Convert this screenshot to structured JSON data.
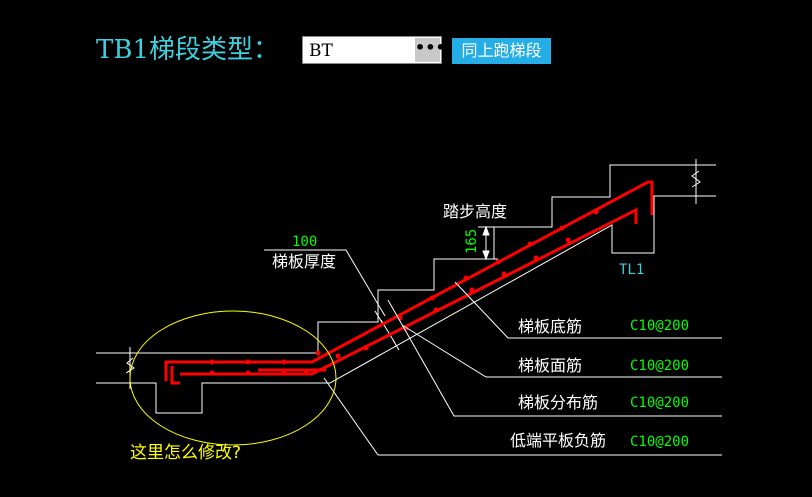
{
  "header": {
    "title": "TB1梯段类型：",
    "type_value": "BT",
    "more_button": "•••",
    "same_button": "同上跑梯段"
  },
  "drawing": {
    "step_height_label": "踏步高度",
    "step_height_value": "165",
    "slab_thickness_value": "100",
    "slab_thickness_label": "梯板厚度",
    "beam_label": "TL1",
    "rebars": [
      {
        "label": "梯板底筋",
        "spec": "C10@200"
      },
      {
        "label": "梯板面筋",
        "spec": "C10@200"
      },
      {
        "label": "梯板分布筋",
        "spec": "C10@200"
      },
      {
        "label": "低端平板负筋",
        "spec": "C10@200"
      }
    ],
    "question": "这里怎么修改?"
  },
  "colors": {
    "title": "#3fd0e0",
    "rebar": "#ff0000",
    "outline": "#ffffff",
    "dimension": "#00ff00",
    "annotation": "#ffff00",
    "button": "#25aee6"
  }
}
